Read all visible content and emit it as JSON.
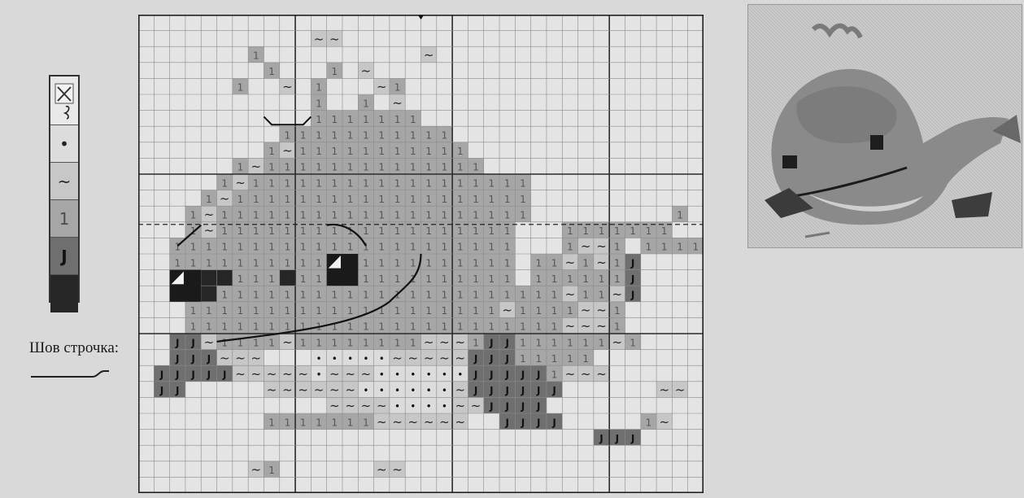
{
  "legend": {
    "symbols": [
      {
        "name": "blank",
        "glyph": "",
        "color": "#e8e8e8"
      },
      {
        "name": "dot",
        "glyph": "•",
        "color": "#dcdcdc"
      },
      {
        "name": "tilde",
        "glyph": "~",
        "color": "#c7c7c7"
      },
      {
        "name": "one",
        "glyph": "1",
        "color": "#a6a6a6"
      },
      {
        "name": "j",
        "glyph": "J",
        "color": "#6f6f6f"
      },
      {
        "name": "dark",
        "glyph": "",
        "color": "#262626"
      }
    ]
  },
  "stitch": {
    "label": "Шов строчка:"
  },
  "chart": {
    "cols": 36,
    "rows": 30
  }
}
